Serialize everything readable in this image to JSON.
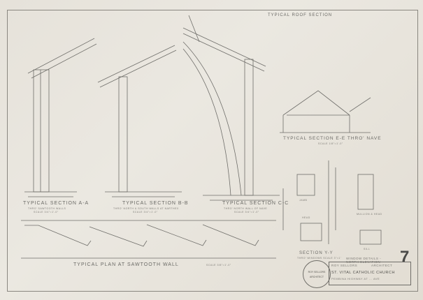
{
  "sections": {
    "aa": {
      "title": "TYPICAL SECTION A-A",
      "subtitle": "THRO' SAWTOOTH WALLS",
      "scale": "SCALE 3/4\"=1'-0\""
    },
    "bb": {
      "title": "TYPICAL SECTION B-B",
      "subtitle": "THRO' NORTH & SOUTH WALLS AT NARTHEX",
      "scale": "SCALE 3/4\"=1'-0\""
    },
    "cc": {
      "title": "TYPICAL SECTION C-C",
      "subtitle": "THRO' NORTH WALL OF NAVE",
      "scale": "SCALE 3/4\"=1'-0\""
    },
    "roof": {
      "title": "TYPICAL ROOF SECTION"
    },
    "ee": {
      "title": "TYPICAL SECTION E-E THRO' NAVE",
      "scale": "SCALE 1/8\"=1'-0\""
    },
    "plan": {
      "title": "TYPICAL PLAN AT SAWTOOTH WALL",
      "scale": "SCALE 3/8\"=1'-0\""
    },
    "yy": {
      "title": "SECTION Y-Y",
      "subtitle": "THRO' WINDOWS  SCALE 3\"=1'"
    },
    "window": {
      "title": "WINDOW DETAILS -",
      "subtitle": "NORTH ELEVATION"
    },
    "head": "HEAD",
    "jamb": "JAMB",
    "sill": "SILL",
    "mullion": "MULLION & HEAD"
  },
  "title_block": {
    "architect": "ROY SELLORS",
    "role": "ARCHITECT",
    "project": "ST. VITAL CATHOLIC CHURCH",
    "location": "PEMBINA HIGHWAY AT ... AVE",
    "sheet_number": "7"
  },
  "stamp": {
    "line1": "ROY SELLORS",
    "line2": "ARCHITECT"
  }
}
